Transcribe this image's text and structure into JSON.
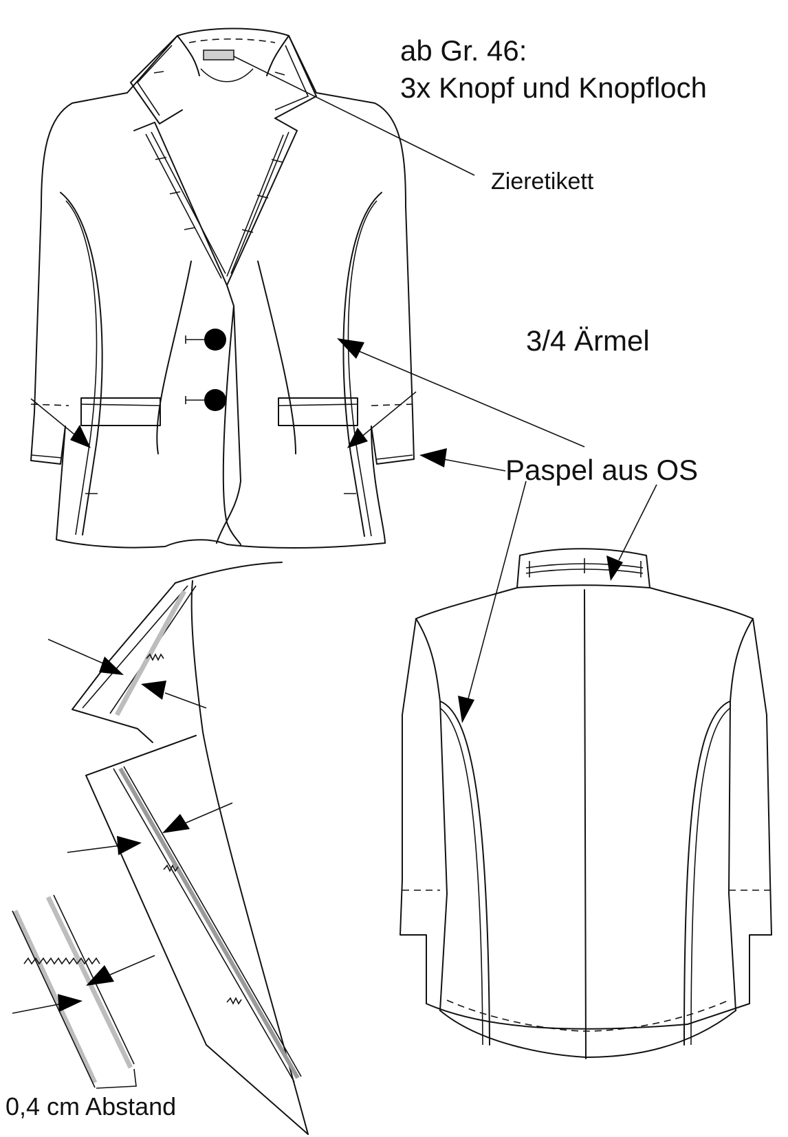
{
  "labels": {
    "note_line1": "ab Gr. 46:",
    "note_line2": "3x Knopf und Knopfloch",
    "ziertiketett": "Zieretikett",
    "sleeve": "3/4 Ärmel",
    "piping": "Paspel aus OS",
    "distance": "0,4 cm Abstand"
  },
  "colors": {
    "line": "#111111",
    "piping_gray": "#bdbdbd",
    "background": "#ffffff"
  }
}
